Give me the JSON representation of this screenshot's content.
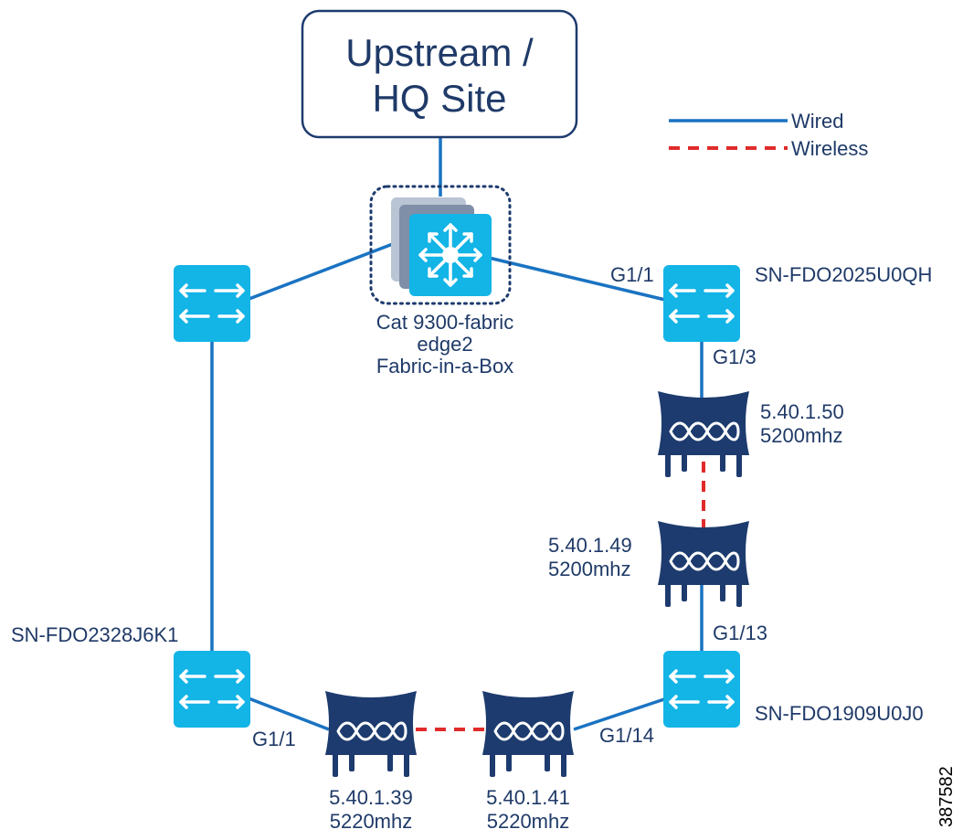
{
  "upstream": {
    "line1": "Upstream /",
    "line2": "HQ Site"
  },
  "legend": {
    "wired": "Wired",
    "wireless": "Wireless"
  },
  "core": {
    "line1": "Cat 9300-fabric",
    "line2": "edge2",
    "line3": "Fabric-in-a-Box"
  },
  "switch_right_top": {
    "name": "SN-FDO2025U0QH",
    "port_in": "G1/1",
    "port_out": "G1/3"
  },
  "switch_left_bottom": {
    "name": "SN-FDO2328J6K1",
    "port": "G1/1"
  },
  "switch_right_bottom": {
    "name": "SN-FDO1909U0J0",
    "port_up": "G1/13",
    "port_left": "G1/14"
  },
  "bridge_top": {
    "ip": "5.40.1.50",
    "freq": "5200mhz"
  },
  "bridge_mid": {
    "ip": "5.40.1.49",
    "freq": "5200mhz"
  },
  "bridge_bl": {
    "ip": "5.40.1.39",
    "freq": "5220mhz"
  },
  "bridge_br": {
    "ip": "5.40.1.41",
    "freq": "5220mhz"
  },
  "figure_id": "387582",
  "colors": {
    "wired": "#1a73c2",
    "wireless": "#e02b2b",
    "switch": "#13b4e6",
    "bridge": "#1d3b6e",
    "text": "#1f3a68"
  },
  "icons": [
    "switch-icon",
    "layer3-switch-icon",
    "wireless-bridge-icon"
  ]
}
